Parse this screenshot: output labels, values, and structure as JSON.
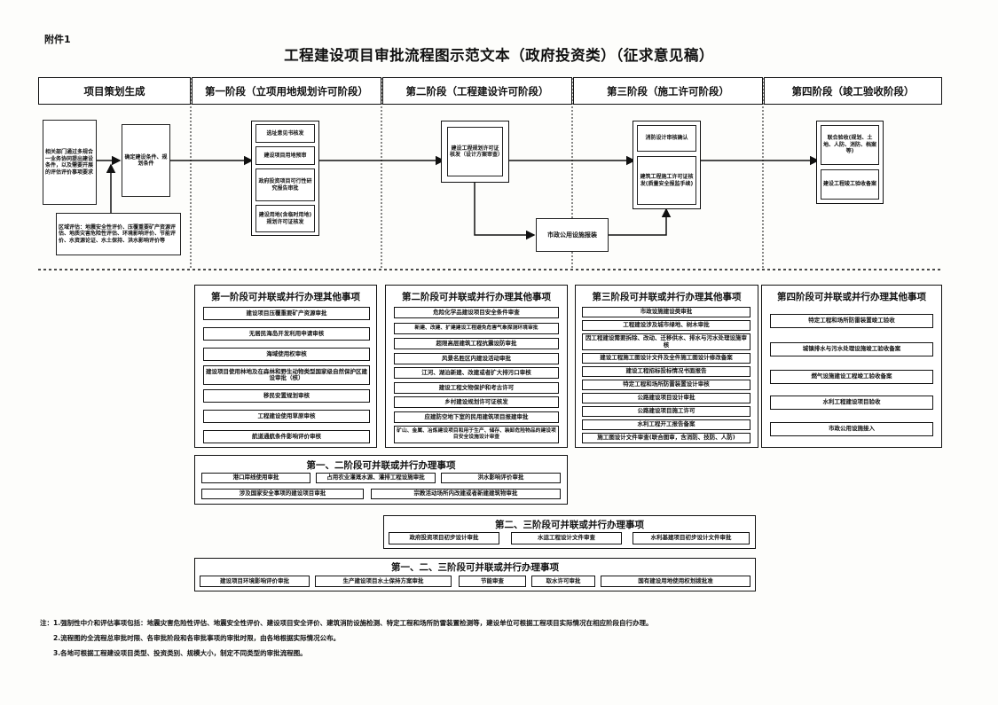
{
  "attachment": "附件1",
  "title": "工程建设项目审批流程图示范文本（政府投资类）（征求意见稿）",
  "stages": [
    "项目策划生成",
    "第一阶段（立项用地规划许可阶段）",
    "第二阶段（工程建设许可阶段）",
    "第三阶段（施工许可阶段）",
    "第四阶段（竣工验收阶段）"
  ],
  "plan": {
    "consult": "相关部门通过多规合一业务协同提出建设条件，以及需要开展的评估评价事项要求",
    "conditions": "确定建设条件、规划条件",
    "regional": "区域评估：地震安全性评价、压覆重要矿产资源评估、地质灾害危险性评估、环境影响评价、节能评价、水资源论证、水土保持、洪水影响评价等"
  },
  "stage1_boxes": [
    "选址意见书核发",
    "建设项目用地预审",
    "政府投资项目可行性研究报告审批",
    "建设用地(含临时用地)规划许可证核发"
  ],
  "stage2_box": "建设工程规划许可证核发（设计方案审查）",
  "municipal": "市政公用设施报装",
  "stage3_boxes": [
    "消防设计审核确认",
    "建筑工程施工许可证核发(质量安全报监手续)"
  ],
  "stage4_boxes": [
    "联合验收(规划、土地、人防、消防、档案等)",
    "建设工程竣工验收备案"
  ],
  "p1": {
    "title": "第一阶段可并联或并行办理其他事项",
    "items": [
      "建设项目压覆重要矿产资源审批",
      "无居民海岛开发利用申请审核",
      "海域使用权审核",
      "建设项目使用林地及在森林和野生动物类型国家级自然保护区建设审批（核）",
      "移民安置规划审核",
      "工程建设使用草原审核",
      "航道通航条件影响评价审核"
    ]
  },
  "p2": {
    "title": "第二阶段可并联或并行办理其他事项",
    "items": [
      "危险化学品建设项目安全条件审查",
      "新建、改建、扩建建设工程避免危害气象探测环境审批",
      "超限高层建筑工程抗震设防审批",
      "风景名胜区内建设活动审批",
      "江河、湖泊新建、改建或者扩大排污口审核",
      "建设工程文物保护和考古许可",
      "乡村建设规划许可证核发",
      "应建防空地下室的民用建筑项目报建审批",
      "矿山、金属、冶炼建设项目和用于生产、储存、装卸危险物品的建设项目安全设施设计审查"
    ]
  },
  "p3": {
    "title": "第三阶段可并联或并行办理其他事项",
    "items": [
      "市政设施建设类审批",
      "工程建设涉及城市绿地、树木审批",
      "因工程建设需要拆除、改动、迁移供水、排水与污水处理设施审核",
      "建设工程施工图设计文件及全件施工图设计修改备案",
      "建设工程招标投标情况书面报告",
      "特定工程和场所防雷装置设计审核",
      "公路建设项目设计审批",
      "公路建设项目施工许可",
      "水利工程开工报告备案",
      "施工图设计文件审查(联合图审，含消防、技防、人防)"
    ]
  },
  "p4": {
    "title": "第四阶段可并联或并行办理其他事项",
    "items": [
      "特定工程和场所防雷装置竣工验收",
      "城镇排水与污水处理设施竣工验收备案",
      "燃气设施建设工程竣工验收备案",
      "水利工程建设项目验收",
      "市政公用设施接入"
    ]
  },
  "p12": {
    "title": "第一、二阶段可并联或并行办理事项",
    "items": [
      "港口岸线使用审批",
      "占用农业灌溉水源、灌排工程设施审批",
      "洪水影响评价审批",
      "涉及国家安全事项的建设项目审批",
      "宗教活动场所内改建或者新建建筑物审批"
    ]
  },
  "p23": {
    "title": "第二、三阶段可并联或并行办理事项",
    "items": [
      "政府投资项目初步设计审批",
      "水运工程设计文件审查",
      "水利基建项目初步设计文件审批"
    ]
  },
  "p123": {
    "title": "第一、二、三阶段可并联或并行办理事项",
    "items": [
      "建设项目环境影响评价审批",
      "生产建设项目水土保持方案审批",
      "节能审查",
      "取水许可审批",
      "国有建设用地使用权划拨批准"
    ]
  },
  "notes": [
    "注：1.强制性中介和评估事项包括：地震灾害危险性评估、地震安全性评价、建设项目安全评价、建筑消防设施检测、特定工程和场所防雷装置检测等，建设单位可根据工程项目实际情况在相应阶段自行办理。",
    "2.流程图的全流程总审批时限、各审批阶段和各审批事项的审批时限，由各地根据实际情况公布。",
    "3.各地可根据工程建设项目类型、投资类别、规模大小，制定不同类型的审批流程图。"
  ]
}
